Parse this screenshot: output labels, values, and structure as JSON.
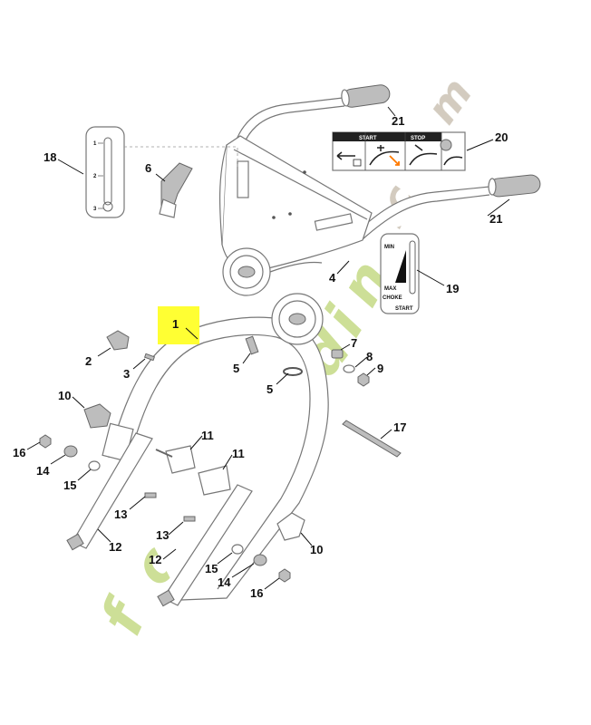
{
  "callouts": {
    "c1": "1",
    "c2": "2",
    "c3": "3",
    "c4": "4",
    "c5a": "5",
    "c5b": "5",
    "c6": "6",
    "c7": "7",
    "c8": "8",
    "c9": "9",
    "c10a": "10",
    "c10b": "10",
    "c11a": "11",
    "c11b": "11",
    "c12a": "12",
    "c12b": "12",
    "c13a": "13",
    "c13b": "13",
    "c14a": "14",
    "c14b": "14",
    "c15a": "15",
    "c15b": "15",
    "c16a": "16",
    "c16b": "16",
    "c17": "17",
    "c18": "18",
    "c19": "19",
    "c20": "20",
    "c21a": "21",
    "c21b": "21"
  },
  "decals": {
    "scale_1": "1",
    "scale_2": "2",
    "scale_3": "3",
    "start": "START",
    "stop": "STOP",
    "min": "MIN",
    "max": "MAX",
    "choke": "CHOKE",
    "start_19": "START"
  },
  "watermark": {
    "text": "forêtjardin.com",
    "colors": {
      "green": "#c8dc8c",
      "orange": "#f3b46a",
      "gray": "#cec6b8"
    }
  },
  "highlight_color": "#ffff33"
}
